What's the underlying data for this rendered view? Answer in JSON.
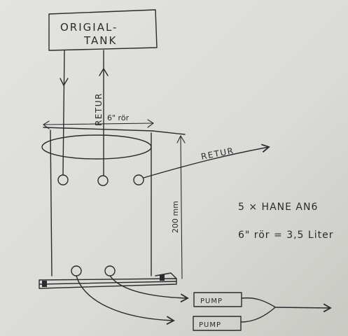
{
  "labels": {
    "tank_line1": "ORIGIAL-",
    "tank_line2": "TANK",
    "retur_vertical": "RETUR",
    "retur_diagonal": "RETUR",
    "pipe_width": "6\" rör",
    "height": "200 mm",
    "pump_top": "PUMP",
    "pump_bottom": "PUMP",
    "note_hanes": "5 × HANE AN6",
    "note_volume": "6\" rör = 3,5 Liter"
  },
  "colors": {
    "paper": "#dcdcd8",
    "ink": "#2b2b2e"
  }
}
